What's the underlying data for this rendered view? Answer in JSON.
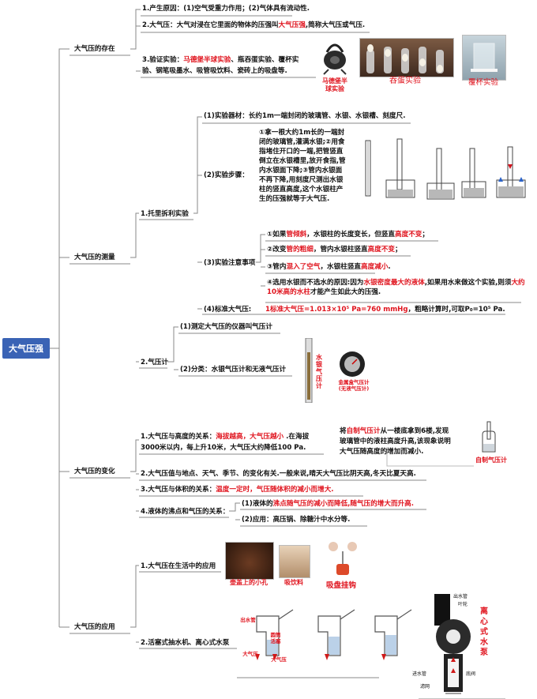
{
  "root": "大气压强",
  "branches": {
    "existence": {
      "label": "大气压的存在",
      "cause": [
        "1.产生原因：(1)空气受重力作用；(2)气体具有流动性."
      ],
      "definition": {
        "a": "2.大气压：大气对浸在它里面的物体的压强叫",
        "b": "大气压强",
        "c": ",简称大气压或气压."
      },
      "verify": {
        "a": "3.验证实验：",
        "b": "马德堡半球实验",
        "c": "、瓶吞蛋实验、覆杯实",
        "d": "验、钢笔吸墨水、吸管吸饮料、瓷砖上的吸盘等."
      },
      "captions": {
        "magde": "马德堡半\n球实验",
        "egg": "吞蛋实验",
        "cup": "覆杯实验"
      }
    },
    "measure": {
      "label": "大气压的测量",
      "torricelli": "1.托里拆利实验",
      "equipment": "(1)实验器材：长约1m一端封闭的玻璃管、水银、水银槽、刻度尺.",
      "steps_label": "(2)实验步骤：",
      "steps_text": "①拿一根大约1m长的一端封闭的玻璃管,灌满水银;②用食指堵住开口的一端,把管竖直倒立在水银槽里,放开食指,管内水银面下降;③管内水银面不再下降,用刻度尺测出水银柱的竖直高度,这个水银柱产生的压强就等于大气压.",
      "notes_label": "(3)实验注意事项",
      "notes": [
        {
          "a": "①如果",
          "b": "管倾斜",
          "c": "，水银柱的长度变长，但竖直",
          "d": "高度不变",
          "e": "；"
        },
        {
          "a": "②改变",
          "b": "管的粗细",
          "c": "，管内水银柱竖直",
          "d": "高度不变",
          "e": "；"
        },
        {
          "a": "③管内",
          "b": "混入了空气",
          "c": "，水银柱竖直",
          "d": "高度减小",
          "e": "."
        },
        {
          "a": "④选用水银而不选水的原因:因为",
          "b": "水银密度最大的液体",
          "c": ",如果用水来做这个实验,则须",
          "d": "大约10米高的水柱",
          "e": "才能产生如此大的压强."
        }
      ],
      "standard_label": "(4)标准大气压:",
      "standard_red": "1标准大气压=1.013×10⁵ Pa=760 mmHg",
      "standard_tail": "，粗略计算时,可取P₀=10⁵ Pa.",
      "barometer": "2.气压计",
      "baro_def": "(1)测定大气压的仪器叫气压计",
      "baro_types": "(2)分类：水银气压计和无液气压计",
      "cap_mercury": "水银气压计",
      "cap_aneroid": "金属盒气压计\n(无液气压计)"
    },
    "change": {
      "label": "大气压的变化",
      "height": {
        "a": "1.大气压与高度的关系：",
        "b": "海拔越高，大气压越小",
        "c": " .在海拔",
        "d": "3000米以内，每上升10米，大气压大约降低100 Pa."
      },
      "selfmade": {
        "a": "将",
        "b": "自制气压计",
        "c": "从一楼底拿到6楼,发现",
        "d": "玻璃管中的液柱高度升高,该现象说明",
        "e": "大气压随高度的增加而减小."
      },
      "cap_selfmade": "自制气压计",
      "place": "2.大气压值与地点、天气、季节、的变化有关.一般来说,晴天大气压比阴天高,冬天比夏天高.",
      "volume": {
        "a": "3.大气压与体积的关系：",
        "b": "温度一定时，气压随体积的减小而增大."
      },
      "boil_label": "4.液体的沸点和气压的关系：",
      "boil1": {
        "a": "(1)液体的",
        "b": "沸点随气压的减小而降低,随气压的增大而升高."
      },
      "boil2": "(2)应用：高压锅、除糖汁中水分等."
    },
    "application": {
      "label": "大气压的应用",
      "life": "1.大气压在生活中的应用",
      "cap_teapot": "壶盖上的小孔",
      "cap_drink": "吸饮料",
      "cap_hook": "吸盘挂钩",
      "pump": "2.活塞式抽水机、离心式水泵",
      "pump_labels": {
        "out": "出水管",
        "valve": "圆筒\n活塞",
        "p1": "大气压",
        "p2": "大气压"
      },
      "centrifugal": "离\n心\n式\n水\n泵",
      "cf_labels": {
        "out": "出水管",
        "impeller": "叶轮",
        "in": "进水管",
        "valve": "底阀",
        "filter": "滤网"
      }
    }
  },
  "colors": {
    "root": "#3a63b5",
    "accent": "#e0141e",
    "line": "#7a7a7a"
  }
}
